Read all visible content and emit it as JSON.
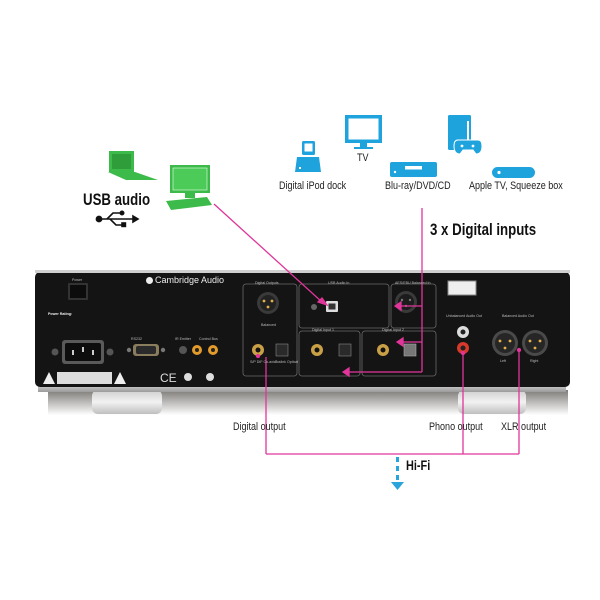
{
  "colors": {
    "usb_green": "#3dbb4a",
    "device_blue": "#1fa3dd",
    "connector_pink": "#e0359a",
    "panel_black": "#141414",
    "hifi_arrow_blue": "#2aa5dc"
  },
  "sources": {
    "usb": {
      "label": "USB audio",
      "icons": [
        "laptop-icon",
        "desktop-computer-icon",
        "usb-symbol-icon"
      ]
    },
    "digital": {
      "label": "3 x Digital inputs",
      "devices": [
        {
          "icon": "ipod-dock-icon",
          "label": "Digital iPod dock"
        },
        {
          "icon": "tv-icon",
          "label": "TV"
        },
        {
          "icon": "bluray-player-icon",
          "label": "Blu-ray/DVD/CD"
        },
        {
          "icon": "game-console-icon",
          "label": ""
        },
        {
          "icon": "apple-tv-icon",
          "label": "Apple TV, Squeeze box"
        }
      ]
    }
  },
  "device": {
    "brand": "Cambridge Audio",
    "panel_sections": {
      "power": "Power",
      "power_rating": "Power Rating:",
      "rs232": "RS232",
      "ir_emitter": "IR Emitter",
      "control_bus": "Control Bus",
      "digital_outputs": "Digital Outputs",
      "usb_audio_in": "USB Audio In",
      "aes_ebu_balanced_in": "AES/EBU Balanced In",
      "digital_input_1": "Digital Input 1",
      "digital_input_2": "Digital Input 2",
      "unbalanced_audio_out": "Unbalanced Audio Out",
      "balanced_audio_out": "Balanced Audio Out",
      "spdif_coaxial": "S/P DIF Co-axial",
      "toslink_optical": "Toslink Optical",
      "balanced": "Balanced",
      "left": "Left",
      "right": "Right"
    }
  },
  "outputs": {
    "digital": "Digital output",
    "phono": "Phono output",
    "xlr": "XLR output",
    "destination": "Hi-Fi"
  }
}
